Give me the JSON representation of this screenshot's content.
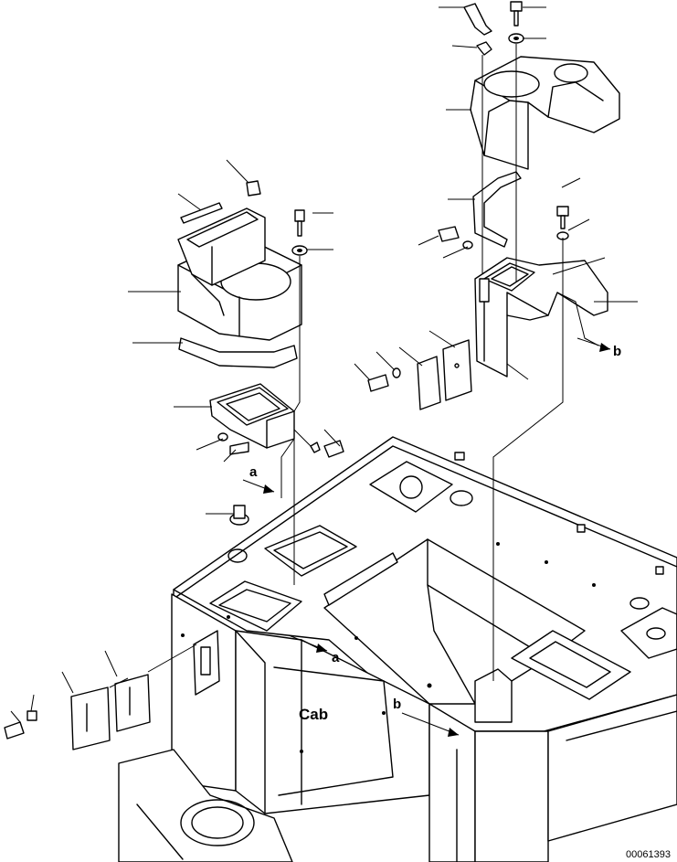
{
  "labels": {
    "cab": "Cab",
    "ref_a_upper": "a",
    "ref_a_lower": "a",
    "ref_b_right": "b",
    "ref_b_lower": "b"
  },
  "drawing_number": "00061393"
}
